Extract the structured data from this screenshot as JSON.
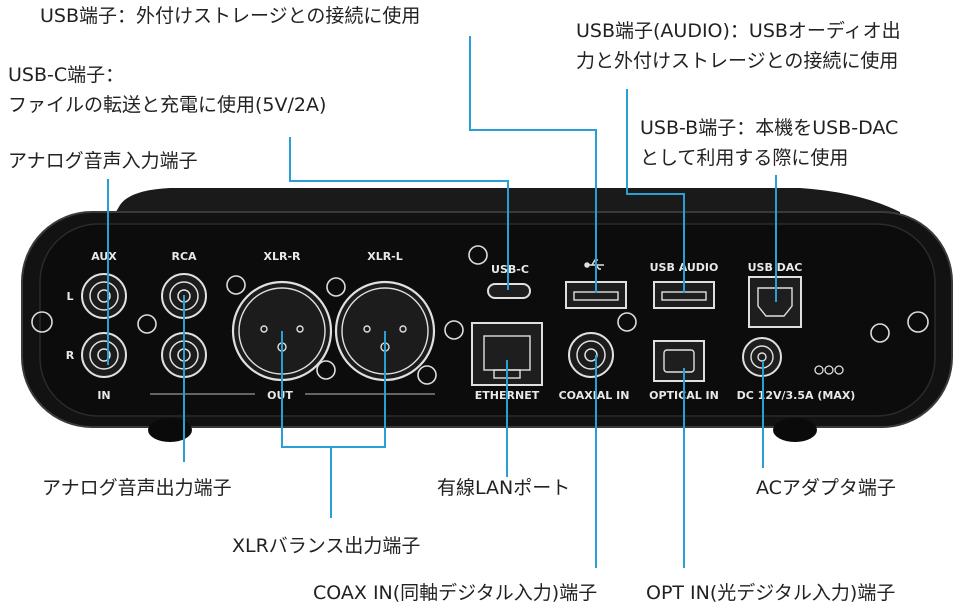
{
  "callouts": {
    "usb": "USB端子：外付けストレージとの接続に使用",
    "usb_audio_1": "USB端子(AUDIO)：USBオーディオ出",
    "usb_audio_2": "力と外付けストレージとの接続に使用",
    "usb_c_1": "USB-C端子：",
    "usb_c_2": "ファイルの転送と充電に使用(5V/2A)",
    "usb_b_1": "USB-B端子：本機をUSB-DAC",
    "usb_b_2": "として利用する際に使用",
    "analog_in": "アナログ音声入力端子",
    "analog_out": "アナログ音声出力端子",
    "lan": "有線LANポート",
    "ac": "ACアダプタ端子",
    "xlr": "XLRバランス出力端子",
    "coax": "COAX IN(同軸デジタル入力)端子",
    "opt": "OPT IN(光デジタル入力)端子"
  },
  "panel": {
    "aux": "AUX",
    "rca": "RCA",
    "xlr_r": "XLR-R",
    "xlr_l": "XLR-L",
    "usb_c": "USB-C",
    "usb_audio": "USB AUDIO",
    "usb_dac": "USB DAC",
    "l": "L",
    "r": "R",
    "in": "IN",
    "out": "OUT",
    "ethernet": "ETHERNET",
    "coaxial_in": "COAXIAL IN",
    "optical_in": "OPTICAL IN",
    "dc": "DC 12V/3.5A (MAX)"
  },
  "colors": {
    "leader": "#2a9fd6",
    "body": "#111111",
    "label": "#e8e8e8"
  }
}
